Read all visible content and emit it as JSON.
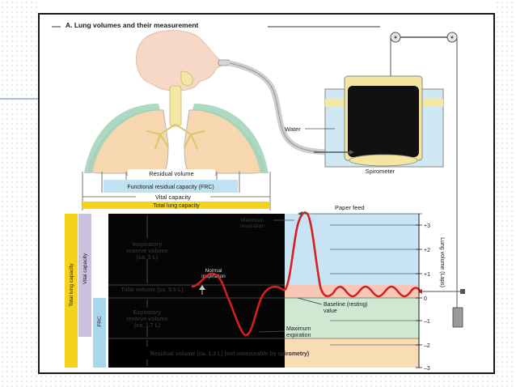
{
  "figure": {
    "title": "A. Lung volumes and their measurement",
    "apparatus": {
      "water_label": "Water",
      "spirometer_label": "Spirometer",
      "paper_feed_label": "Paper feed"
    },
    "brackets": [
      {
        "label": "Residual volume"
      },
      {
        "label": "Functional residual capacity (FRC)"
      },
      {
        "label": "Vital capacity"
      },
      {
        "label": "Total lung capacity"
      }
    ],
    "side_bars": {
      "total_lung_capacity": "Total lung capacity",
      "vital_capacity": "Vital capacity",
      "frc": "FRC"
    },
    "volumes": {
      "inspiratory_reserve": [
        "Inspiratory",
        "reserve volume",
        "(ca. 3 L)"
      ],
      "tidal": "Tidal volume (ca. 0.5 L)",
      "expiratory_reserve": [
        "Expiratory",
        "reserve volume",
        "(ca. 1.7 L)"
      ],
      "residual": "Residual volume (ca. 1.3 L) (not measurable by spirometry)"
    },
    "annotations": {
      "max_inspiration": [
        "Maximum",
        "inspiration"
      ],
      "normal_inspiration": [
        "Normal",
        "inspiration"
      ],
      "baseline": [
        "Baseline (resting)",
        "value"
      ],
      "max_expiration": [
        "Maximum",
        "expiration"
      ]
    },
    "axis": {
      "label": "Lung volume (Laps)",
      "ticks": [
        "+3",
        "+2",
        "+1",
        "0",
        "–1",
        "–2",
        "–3"
      ]
    },
    "colors": {
      "total_lung_capacity": "#f5d31a",
      "vital_capacity": "#c9c1de",
      "frc": "#a9d8ee",
      "inspiratory_zone": "#c8e3f3",
      "tidal_zone": "#f7c8b8",
      "expiratory_zone": "#cfe8d2",
      "residual_zone": "#f8ddb4",
      "trace": "#d32020"
    }
  }
}
